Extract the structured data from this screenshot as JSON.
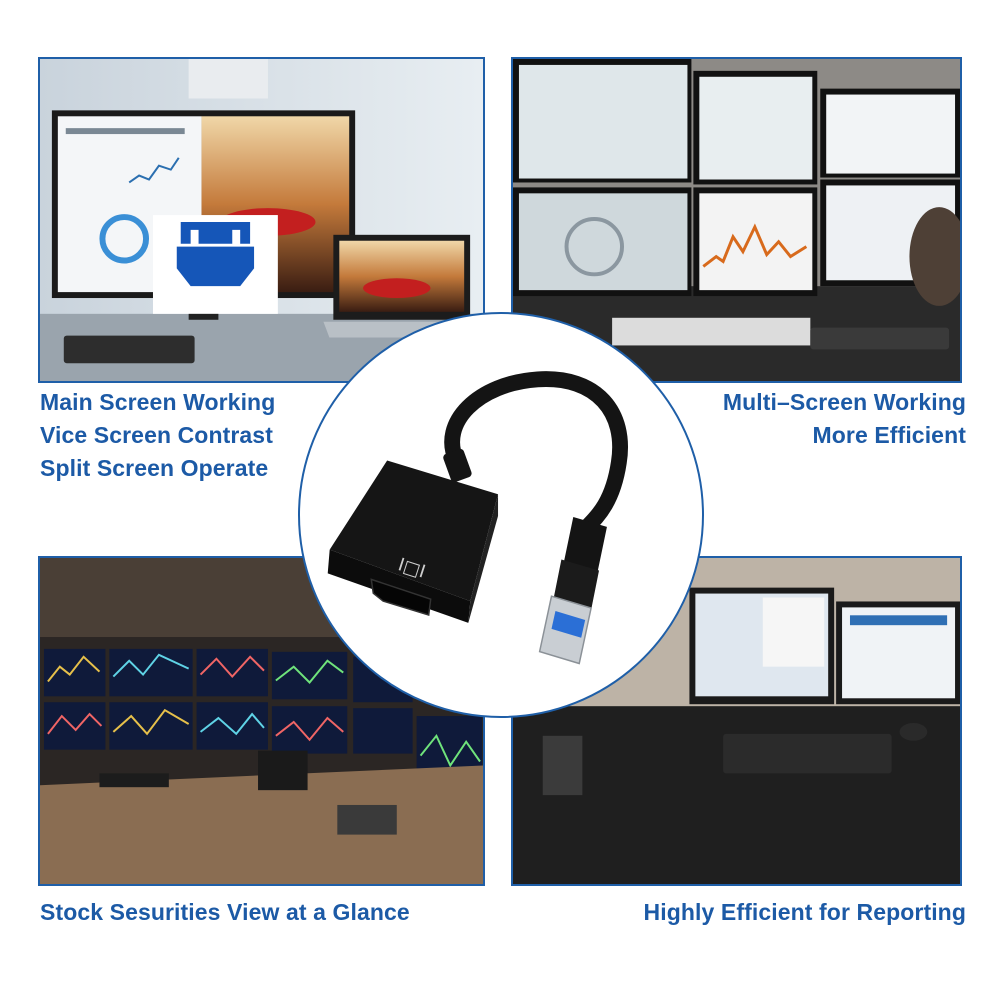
{
  "captions": {
    "top_left": [
      "Main Screen Working",
      "Vice Screen Contrast",
      "Split Screen Operate"
    ],
    "top_right": [
      "Multi–Screen Working",
      "More Efficient"
    ],
    "bottom_left": "Stock Sesurities View at a Glance",
    "bottom_right": "Highly Efficient for Reporting"
  },
  "adapter": {
    "port_label": "I□I"
  },
  "colors": {
    "accent": "#1c5aa6",
    "frame": "#1f5fa8",
    "adapter_body": "#151515"
  }
}
